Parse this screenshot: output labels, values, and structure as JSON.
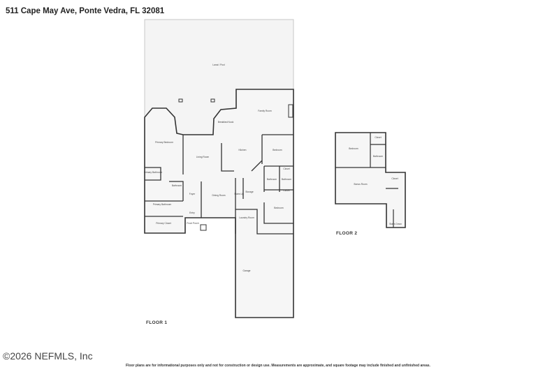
{
  "title": "511 Cape May Ave, Ponte Vedra, FL 32081",
  "floor1": {
    "label": "FLOOR 1",
    "rooms": [
      "Lanai / Pool",
      "Family Room",
      "Breakfast Nook",
      "Primary Bedroom",
      "Living Room",
      "Kitchen",
      "Bedroom",
      "Primary Bathroom",
      "Bathroom",
      "Foyer",
      "Dining Room",
      "Stairs Up",
      "Storage",
      "Bathroom",
      "Bathroom",
      "Closet",
      "Closet",
      "Bedroom",
      "Primary Bathroom",
      "Entry",
      "Front Porch",
      "Primary Closet",
      "Laundry Room",
      "Garage"
    ]
  },
  "floor2": {
    "label": "FLOOR 2",
    "rooms": [
      "Bedroom",
      "Closet",
      "Bathroom",
      "Bonus Room",
      "Closet",
      "Stairs Down"
    ]
  },
  "copyright": "©2026 NEFMLS, Inc",
  "disclaimer": "Floor plans are for informational purposes only and not for construction or design use. Measurements are approximate, and square footage may include finished and unfinished areas.",
  "colors": {
    "wall": "#333333",
    "floor": "#f4f4f4"
  }
}
